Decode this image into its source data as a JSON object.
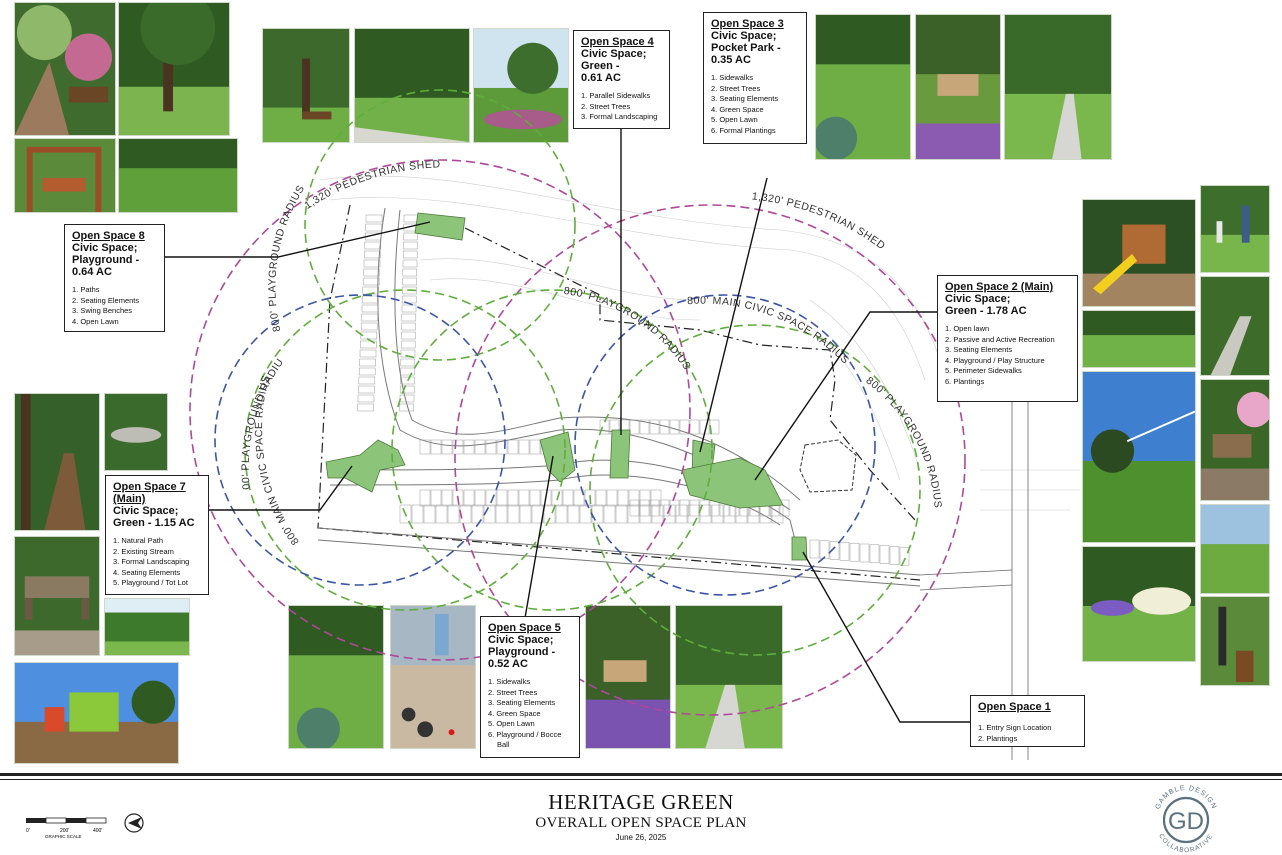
{
  "radius_labels": {
    "ped_left": "1,320' PEDESTRIAN SHED",
    "ped_right": "1,320' PEDESTRIAN SHED",
    "play_left_top": "800' PLAYGROUND RADIUS",
    "play_left_mid": "800' PLAYGROUND RADIUS",
    "play_center": "800' PLAYGROUND RADIUS",
    "play_right": "800' PLAYGROUND RADIUS",
    "civic_left": "800' MAIN CIVIC SPACE RADIUS",
    "civic_right": "800' MAIN CIVIC SPACE RADIUS"
  },
  "callouts": {
    "os8": {
      "title": "Open Space 8",
      "lines": [
        "Civic Space;",
        "Playground -",
        "0.64 AC"
      ],
      "items": [
        "1. Paths",
        "2. Seating Elements",
        "3. Swing Benches",
        "4. Open Lawn"
      ]
    },
    "os4": {
      "title": "Open Space 4",
      "lines": [
        "Civic Space;",
        "Green -",
        "0.61 AC"
      ],
      "items": [
        "1. Parallel Sidewalks",
        "2. Street Trees",
        "3. Formal Landscaping"
      ]
    },
    "os3": {
      "title": "Open Space 3",
      "lines": [
        "Civic Space;",
        "Pocket Park -",
        "0.35 AC"
      ],
      "items": [
        "1. Sidewalks",
        "2. Street Trees",
        "3. Seating Elements",
        "4. Green Space",
        "5. Open Lawn",
        "6. Formal Plantings"
      ]
    },
    "os2": {
      "title": "Open Space 2 (Main)",
      "lines": [
        "Civic Space;",
        "Green - 1.78 AC"
      ],
      "items": [
        "1. Open lawn",
        "2. Passive and Active Recreation",
        "3. Seating Elements",
        "4. Playground / Play Structure",
        "5. Perimeter Sidewalks",
        "6. Plantings"
      ]
    },
    "os7": {
      "title": "Open Space 7",
      "title2": "(Main)",
      "lines": [
        "Civic Space;",
        "Green - 1.15 AC"
      ],
      "items": [
        "1. Natural Path",
        "2. Existing Stream",
        "3. Formal Landscaping",
        "4. Seating Elements",
        "5. Playground / Tot Lot"
      ]
    },
    "os5": {
      "title": "Open Space 5",
      "lines": [
        "Civic Space;",
        "Playground -",
        "0.52 AC"
      ],
      "items": [
        "1. Sidewalks",
        "2. Street Trees",
        "3. Seating Elements",
        "4. Green Space",
        "5. Open Lawn",
        "6. Playground / Bocce",
        "Ball"
      ]
    },
    "os1": {
      "title": "Open Space 1",
      "lines": [],
      "items": [
        "1. Entry Sign Location",
        "2. Plantings"
      ]
    }
  },
  "title_block": {
    "project": "HERITAGE GREEN",
    "sheet": "OVERALL OPEN SPACE PLAN",
    "date": "June 26, 2025",
    "scale_label": "GRAPHIC SCALE",
    "scale_ticks": [
      "0'",
      "200'",
      "400'"
    ],
    "logo_top": "GAMBLE DESIGN",
    "logo_bottom": "COLLABORATIVE",
    "logo_initials": "GD"
  },
  "colors": {
    "pedestrian_shed": "#b0479b",
    "playground_radius": "#5fae3c",
    "civic_radius": "#3a55a8",
    "open_space_fill": "#8cc47a"
  },
  "icons": {
    "north_arrow": "north-arrow-icon",
    "logo": "gamble-design-logo"
  }
}
